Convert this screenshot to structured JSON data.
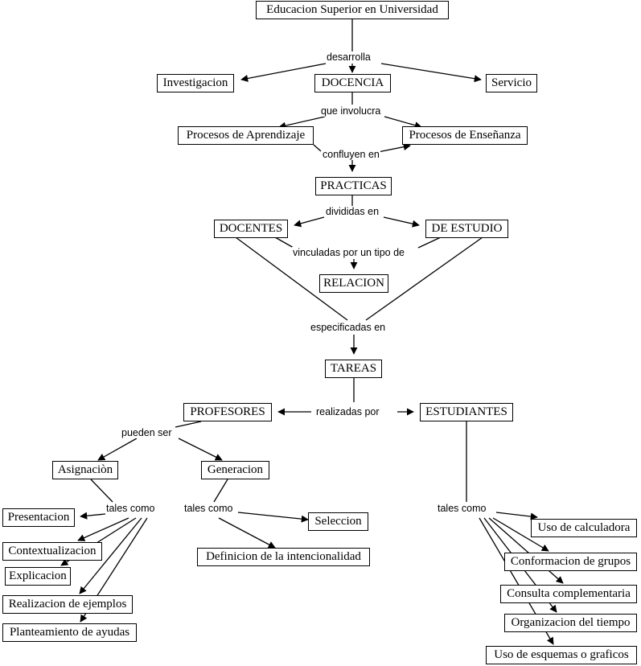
{
  "diagram": {
    "type": "concept-map",
    "language": "es",
    "background": "#ffffff",
    "stroke": "#000000",
    "root_label": "Educacion Superior en Universidad",
    "nodes": [
      {
        "id": "educacion",
        "label": "Educacion Superior en Universidad"
      },
      {
        "id": "investigacion",
        "label": "Investigacion"
      },
      {
        "id": "docencia",
        "label": "DOCENCIA"
      },
      {
        "id": "servicio",
        "label": "Servicio"
      },
      {
        "id": "aprendizaje",
        "label": "Procesos de Aprendizaje"
      },
      {
        "id": "ensenanza",
        "label": "Procesos de Enseñanza"
      },
      {
        "id": "practicas",
        "label": "PRACTICAS"
      },
      {
        "id": "docentes",
        "label": "DOCENTES"
      },
      {
        "id": "de_estudio",
        "label": "DE ESTUDIO"
      },
      {
        "id": "relacion",
        "label": "RELACION"
      },
      {
        "id": "tareas",
        "label": "TAREAS"
      },
      {
        "id": "profesores",
        "label": "PROFESORES"
      },
      {
        "id": "estudiantes",
        "label": "ESTUDIANTES"
      },
      {
        "id": "asignacion",
        "label": "Asignaciòn"
      },
      {
        "id": "generacion",
        "label": "Generacion"
      },
      {
        "id": "presentacion",
        "label": "Presentacion"
      },
      {
        "id": "contextualizacion",
        "label": "Contextualizacion"
      },
      {
        "id": "explicacion",
        "label": "Explicacion"
      },
      {
        "id": "realizacion",
        "label": "Realizacion de ejemplos"
      },
      {
        "id": "planteamiento",
        "label": "Planteamiento de ayudas"
      },
      {
        "id": "seleccion",
        "label": "Seleccion"
      },
      {
        "id": "definicion",
        "label": "Definicion de la intencionalidad"
      },
      {
        "id": "calculadora",
        "label": "Uso de calculadora"
      },
      {
        "id": "conformacion",
        "label": "Conformacion de grupos"
      },
      {
        "id": "consulta",
        "label": "Consulta complementaria"
      },
      {
        "id": "organizacion",
        "label": "Organizacion del tiempo"
      },
      {
        "id": "esquemas",
        "label": "Uso de esquemas o graficos"
      }
    ],
    "link_labels": [
      {
        "id": "desarrolla",
        "label": "desarrolla"
      },
      {
        "id": "que_involucra",
        "label": "que involucra"
      },
      {
        "id": "confluyen",
        "label": "confluyen en"
      },
      {
        "id": "divididas",
        "label": "divididas en"
      },
      {
        "id": "vinculadas",
        "label": "vinculadas por un tipo de"
      },
      {
        "id": "especificadas",
        "label": "especificadas en"
      },
      {
        "id": "realizadas",
        "label": "realizadas por"
      },
      {
        "id": "pueden_ser",
        "label": "pueden ser"
      },
      {
        "id": "tales_como_1",
        "label": "tales como"
      },
      {
        "id": "tales_como_2",
        "label": "tales como"
      },
      {
        "id": "tales_como_3",
        "label": "tales como"
      }
    ]
  }
}
